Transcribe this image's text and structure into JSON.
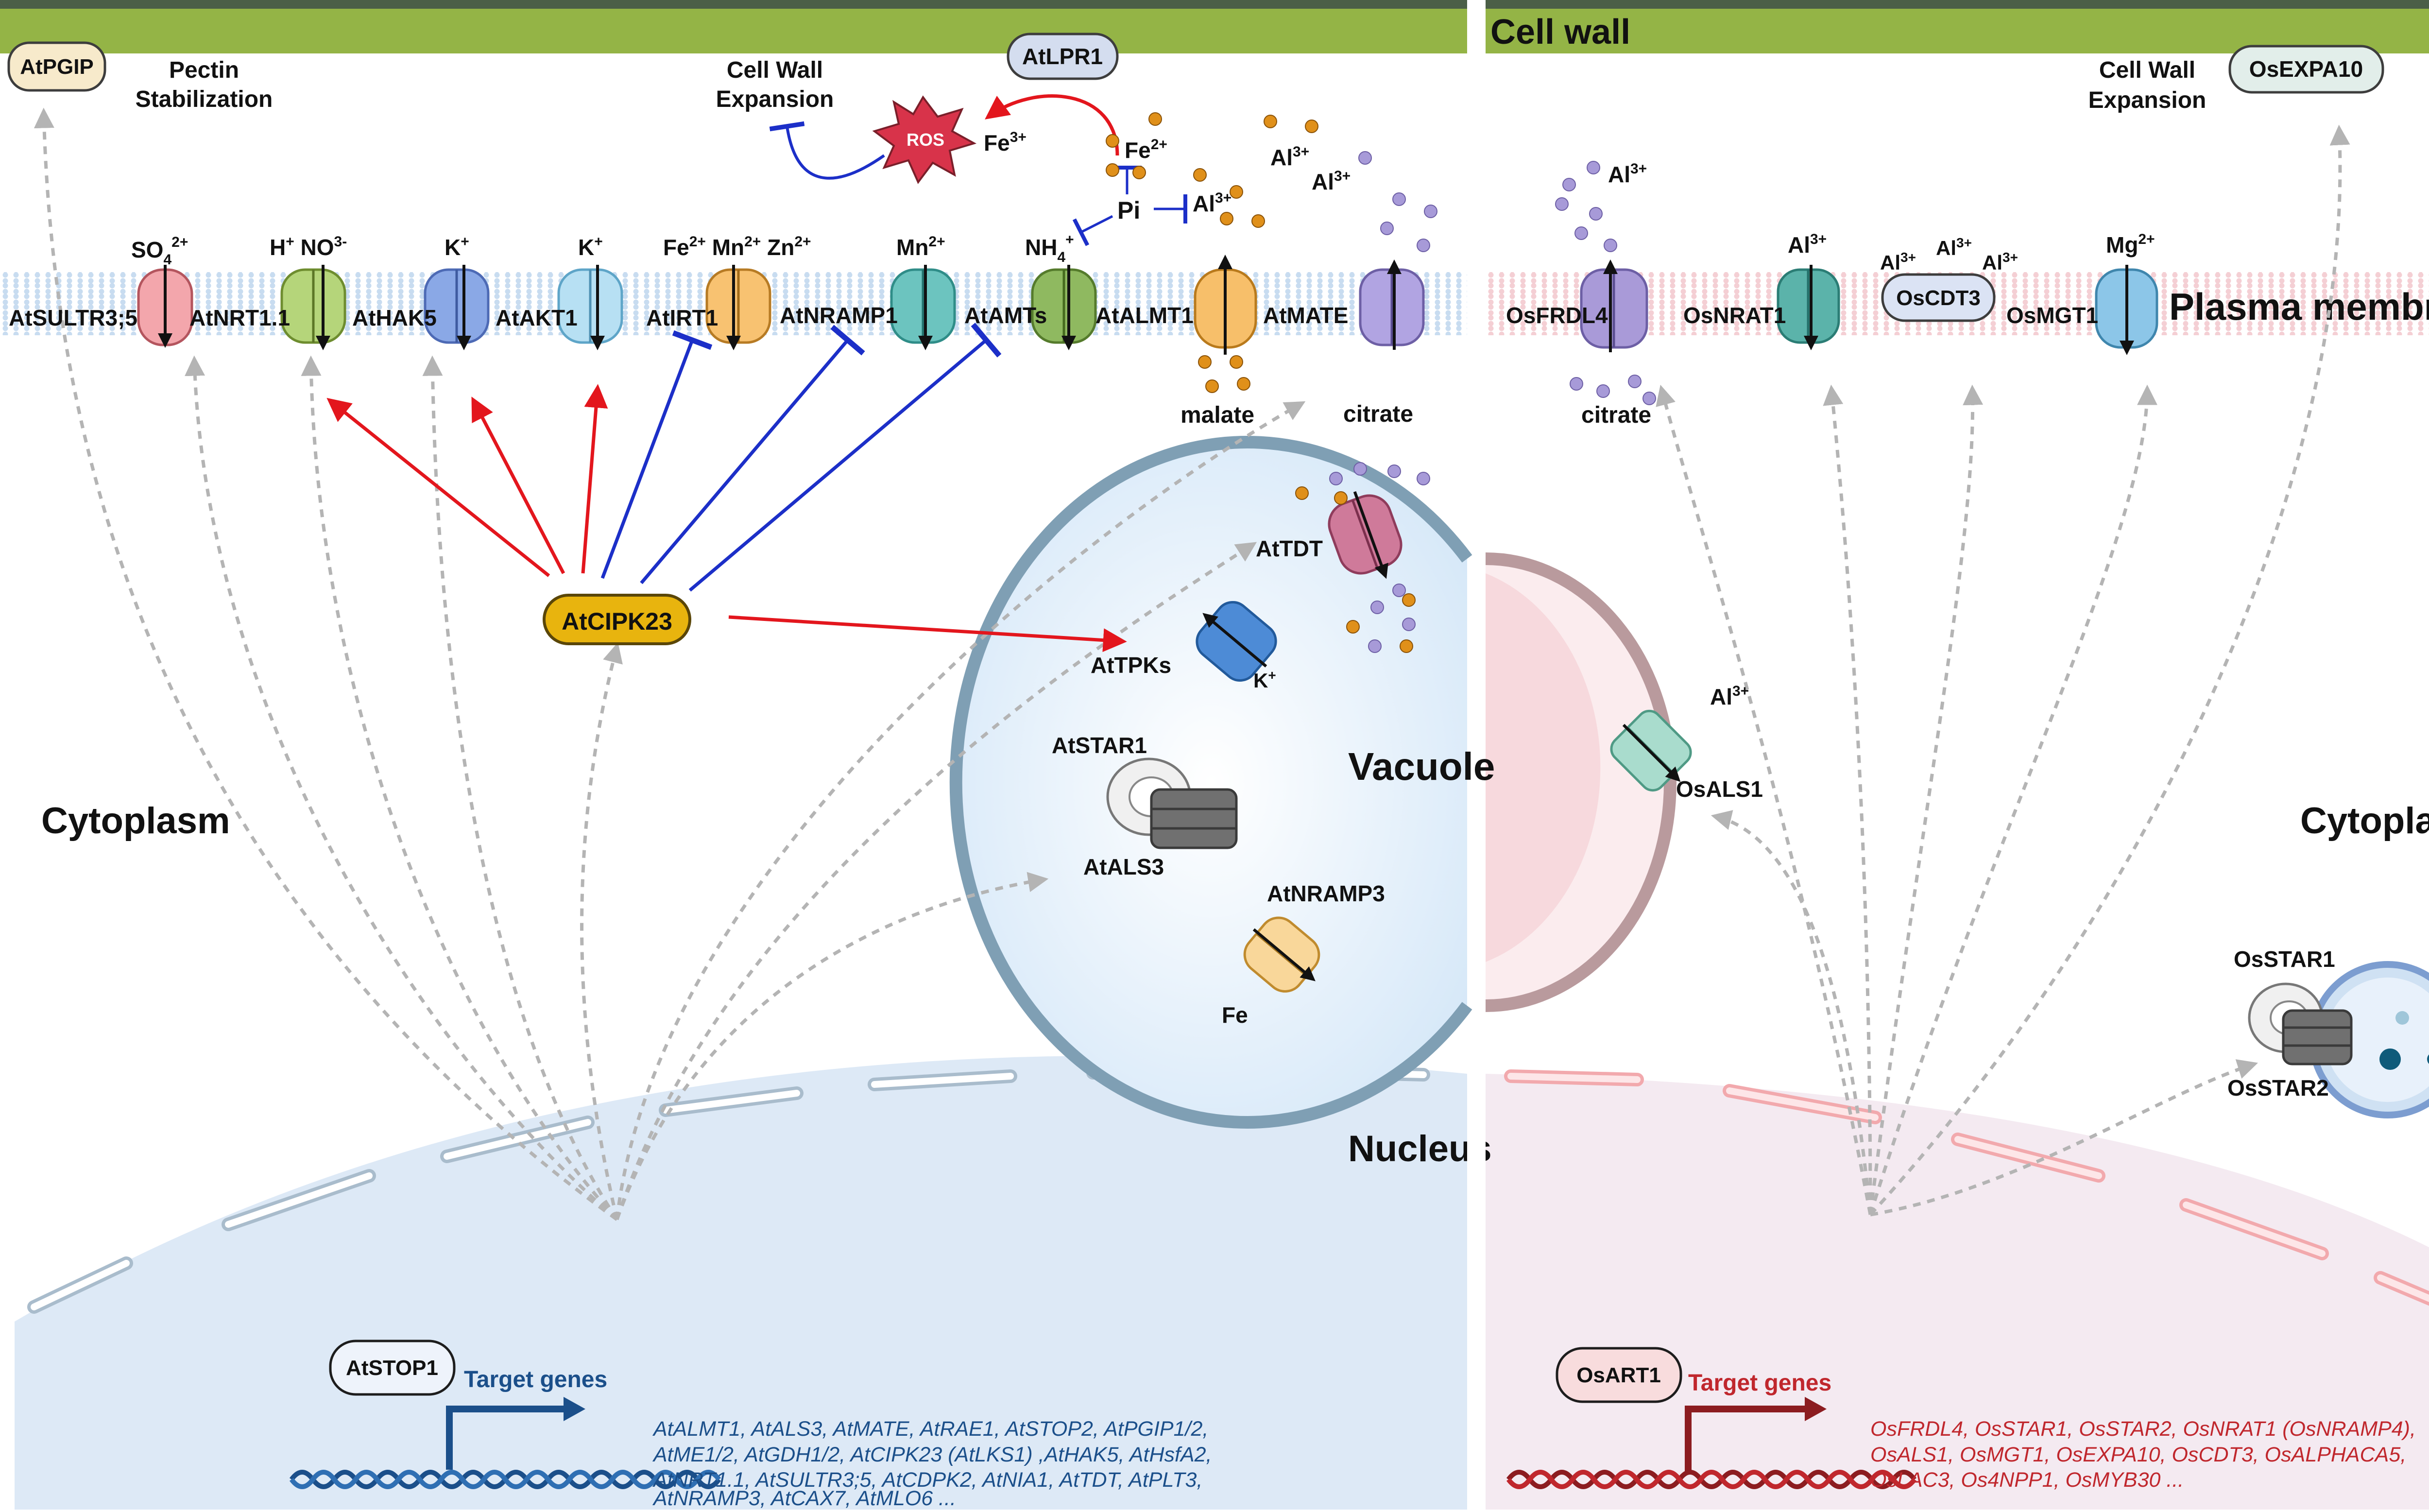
{
  "compartments": {
    "cell_wall": "Cell wall",
    "plasma_membrane": "Plasma membrane",
    "cytoplasm_left": "Cytoplasm",
    "cytoplasm_right": "Cytoplasm",
    "vacuole": "Vacuole",
    "nucleus": "Nucleus"
  },
  "top": {
    "atpgip": "AtPGIP",
    "pectin_1": "Pectin",
    "pectin_2": "Stabilization",
    "cwe_left_1": "Cell Wall",
    "cwe_left_2": "Expansion",
    "atlpr1": "AtLPR1",
    "ros": "ROS",
    "fe3": "Fe",
    "fe3_sup": "3+",
    "fe2": "Fe",
    "fe2_sup": "2+",
    "pi": "Pi",
    "al_a": "Al",
    "al_a_sup": "3+",
    "al_b": "Al",
    "al_b_sup": "3+",
    "al_c": "Al",
    "al_c_sup": "3+",
    "al_d": "Al",
    "al_d_sup": "3+",
    "cwe_right_1": "Cell Wall",
    "cwe_right_2": "Expansion",
    "osexpa10": "OsEXPA10"
  },
  "membrane_left": {
    "so4": "SO",
    "so4_sub": "4",
    "so4_sup": "2+",
    "h": "H",
    "h_sup": "+",
    "no3": "NO",
    "no3_sup": "3-",
    "k1": "K",
    "k1_sup": "+",
    "k2": "K",
    "k2_sup": "+",
    "fe": "Fe",
    "fe_sup": "2+",
    "mn": "Mn",
    "mn_sup": "2+",
    "zn": "Zn",
    "zn_sup": "2+",
    "mn2": "Mn",
    "mn2_sup": "2+",
    "nh4": "NH",
    "nh4_sub": "4",
    "nh4_sup": "+",
    "sultr": "AtSULTR3;5",
    "nrt": "AtNRT1.1",
    "hak5": "AtHAK5",
    "akt1": "AtAKT1",
    "irt1": "AtIRT1",
    "nramp1": "AtNRAMP1",
    "amts": "AtAMTs",
    "almt1": "AtALMT1",
    "mate": "AtMATE",
    "malate": "malate",
    "citrate": "citrate"
  },
  "membrane_right": {
    "al_frdl": "Al",
    "al_frdl_sup": "3+",
    "al_nrat": "Al",
    "al_nrat_sup": "3+",
    "al_cdt_1": "Al",
    "al_cdt_1_sup": "3+",
    "al_cdt_2": "Al",
    "al_cdt_2_sup": "3+",
    "al_cdt_3": "Al",
    "al_cdt_3_sup": "3+",
    "mg": "Mg",
    "mg_sup": "2+",
    "frdl4": "OsFRDL4",
    "nrat1": "OsNRAT1",
    "cdt3": "OsCDT3",
    "mgt1": "OsMGT1",
    "citrate": "citrate"
  },
  "cytoplasm": {
    "cipk23": "AtCIPK23",
    "attdt": "AtTDT",
    "attpks": "AtTPKs",
    "k": "K",
    "k_sup": "+",
    "atstar1": "AtSTAR1",
    "atals3": "AtALS3",
    "atnramp3": "AtNRAMP3",
    "fe": "Fe",
    "osals1": "OsALS1",
    "al_als1": "Al",
    "al_als1_sup": "3+",
    "osstar1": "OsSTAR1",
    "osstar2": "OsSTAR2"
  },
  "nucleus_left": {
    "tf": "AtSTOP1",
    "target_label": "Target genes",
    "genes": [
      "AtALMT1,  AtALS3,  AtMATE,  AtRAE1,  AtSTOP2,  AtPGIP1/2,",
      "AtME1/2,  AtGDH1/2,  AtCIPK23  (AtLKS1)  ,AtHAK5,  AtHsfA2,",
      "AtNRT1.1,  AtSULTR3;5,  AtCDPK2,  AtNIA1,  AtTDT,  AtPLT3,",
      "AtNRAMP3, AtCAX7, AtMLO6 ..."
    ]
  },
  "nucleus_right": {
    "tf": "OsART1",
    "target_label": "Target genes",
    "genes": [
      "OsFRDL4,  OsSTAR1,  OsSTAR2,  OsNRAT1  (OsNRAMP4),",
      "OsALS1,  OsMGT1,  OsEXPA10,  OsCDT3,   OsALPHACA5,",
      "OsLAC3, Os4NPP1, OsMYB30 ..."
    ]
  },
  "colors": {
    "wall": "#94b446",
    "activate": "#e3161d",
    "inhibit": "#1c2fc8",
    "dashed": "#b4b4b4",
    "cipk": "#e8b40e",
    "gene_left": "#1b4f8a",
    "gene_right": "#c0272d",
    "nucleus_left": "#dde9f6",
    "nucleus_right": "#f4eaf1"
  }
}
